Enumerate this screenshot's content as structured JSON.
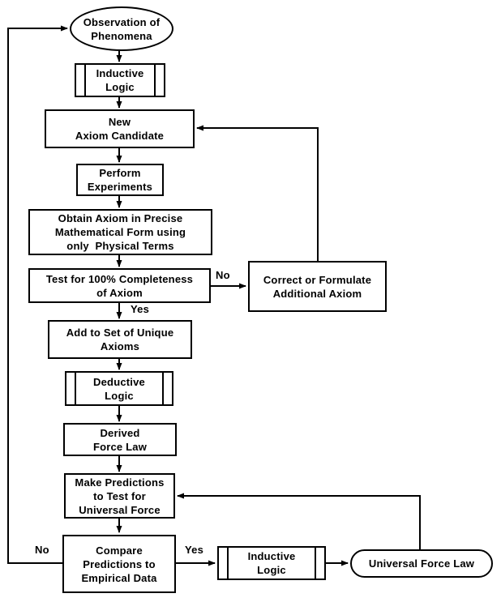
{
  "diagram": {
    "background": "#ffffff",
    "line_color": "#000000",
    "text_color": "#000000",
    "nodes": {
      "observation": {
        "label": "Observation of\nPhenomena",
        "shape": "terminator"
      },
      "inductive_logic_top": {
        "label": "Inductive\nLogic",
        "shape": "predefined-process"
      },
      "new_axiom_candidate": {
        "label": "New\nAxiom Candidate",
        "shape": "process"
      },
      "perform_experiments": {
        "label": "Perform\nExperiments",
        "shape": "process"
      },
      "obtain_axiom": {
        "label": "Obtain Axiom in Precise\nMathematical Form using\nonly  Physical Terms",
        "shape": "process"
      },
      "test_completeness": {
        "label": "Test for 100% Completeness\nof Axiom",
        "shape": "process"
      },
      "correct_or_formulate": {
        "label": "Correct or Formulate\nAdditional Axiom",
        "shape": "process"
      },
      "add_to_set": {
        "label": "Add to Set of Unique\nAxioms",
        "shape": "process"
      },
      "deductive_logic": {
        "label": "Deductive\nLogic",
        "shape": "predefined-process"
      },
      "derived_force_law": {
        "label": "Derived\nForce Law",
        "shape": "process"
      },
      "make_predictions": {
        "label": "Make Predictions\nto Test for\nUniversal Force",
        "shape": "process"
      },
      "compare_predictions": {
        "label": "Compare\nPredictions to\nEmpirical Data",
        "shape": "process"
      },
      "inductive_logic_bottom": {
        "label": "Inductive\nLogic",
        "shape": "predefined-process"
      },
      "universal_force_law": {
        "label": "Universal Force Law",
        "shape": "terminator"
      }
    },
    "edge_labels": {
      "test_no": "No",
      "test_yes": "Yes",
      "compare_no": "No",
      "compare_yes": "Yes"
    }
  }
}
